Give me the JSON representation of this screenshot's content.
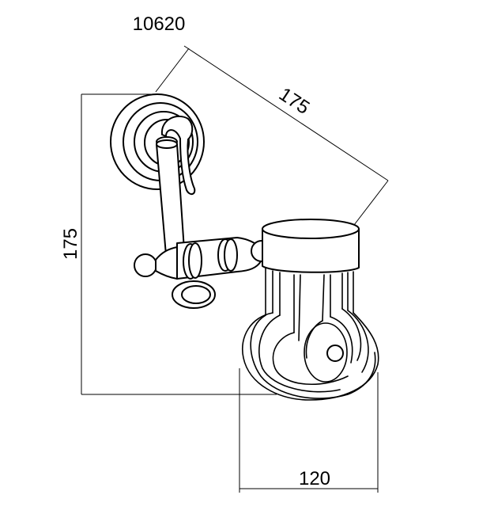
{
  "drawing": {
    "model_number": "10620",
    "dimensions": {
      "diagonal": "175",
      "height": "175",
      "width": "120"
    },
    "line_color": "#000000",
    "background": "#ffffff"
  }
}
